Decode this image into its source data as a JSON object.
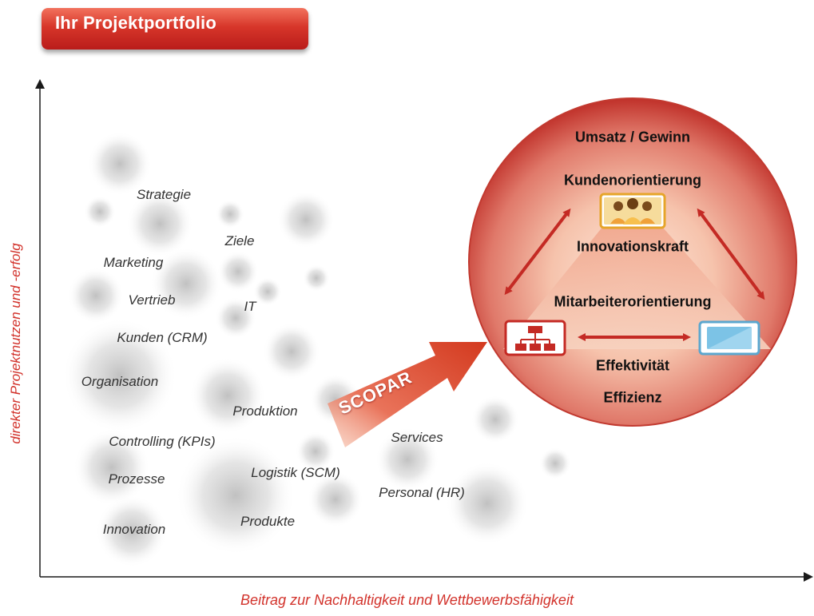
{
  "title": "Ihr Projektportfolio",
  "axes": {
    "y_label": "direkter Projektnutzen und -erfolg",
    "x_label": "Beitrag zur Nachhaltigkeit und Wettbewerbsfähigkeit"
  },
  "area_labels": {
    "strategie": "Strategie",
    "ziele": "Ziele",
    "marketing": "Marketing",
    "vertrieb": "Vertrieb",
    "it": "IT",
    "kunden": "Kunden (CRM)",
    "organisation": "Organisation",
    "produktion": "Produktion",
    "controlling": "Controlling (KPIs)",
    "prozesse": "Prozesse",
    "logistik": "Logistik (SCM)",
    "services": "Services",
    "personal": "Personal (HR)",
    "innovation": "Innovation",
    "produkte": "Produkte"
  },
  "arrow_label": "SCOPAR",
  "circle": {
    "umsatz": "Umsatz / Gewinn",
    "kundenorientierung": "Kundenorientierung",
    "innovationskraft": "Innovationskraft",
    "mitarbeiterorientierung": "Mitarbeiterorientierung",
    "effektivitaet": "Effektivität",
    "effizienz": "Effizienz"
  },
  "icons": {
    "customers": "people-icon",
    "organization": "org-chart-icon",
    "technology": "monitor-icon"
  },
  "colors": {
    "accent": "#d2322b",
    "arrow": "#c42a24",
    "bubble": "#9a9a9a"
  }
}
